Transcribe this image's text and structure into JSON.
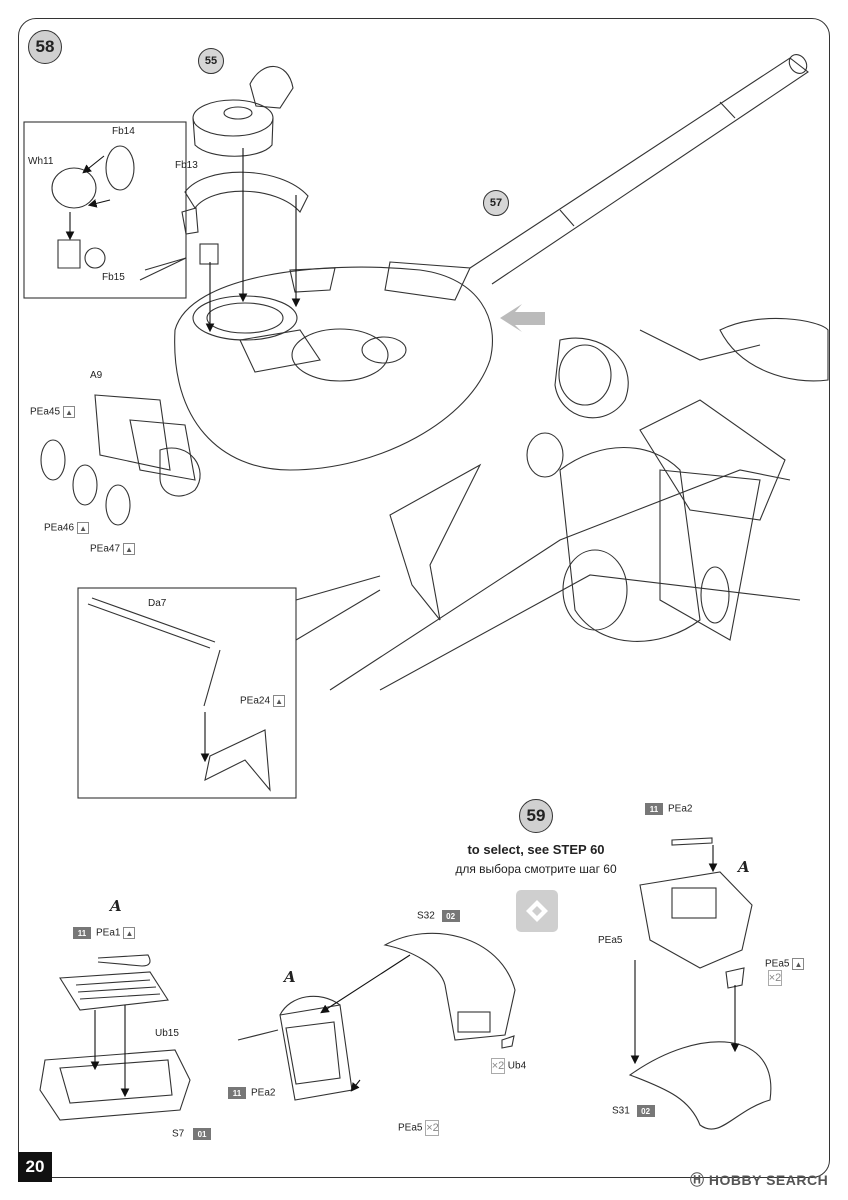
{
  "page_number": "20",
  "watermark": {
    "logo_text": "HOBBY",
    "brand_suffix": "SEARCH"
  },
  "step58": {
    "number": "58",
    "sub_step_55": "55",
    "sub_step_57": "57",
    "labels": {
      "wh11": "Wh11",
      "fb14": "Fb14",
      "fb15": "Fb15",
      "fb13": "Fb13",
      "a9": "A9",
      "pea45": "PEa45",
      "pea46": "PEa46",
      "pea47": "PEa47",
      "da7": "Da7",
      "pea24": "PEa24"
    }
  },
  "step59": {
    "number": "59",
    "select_en": "to select, see STEP 60",
    "select_ru": "для выбора смотрите шаг 60",
    "left": {
      "letter": "A",
      "sprue": "11",
      "pea1": "PEa1",
      "ub15": "Ub15",
      "s7": "S7",
      "s7_code": "01"
    },
    "middle": {
      "letter": "A",
      "s32": "S32",
      "s32_code": "02",
      "sprue": "11",
      "pea2": "PEa2",
      "pea5": "PEa5",
      "pea5_qty": "2",
      "ub4": "Ub4",
      "ub4_qty": "2"
    },
    "right": {
      "letter": "A",
      "sprue": "11",
      "pea2": "PEa2",
      "pea5_left": "PEa5",
      "pea5_right": "PEa5",
      "pea5_qty": "2",
      "s31": "S31",
      "s31_code": "02"
    }
  }
}
